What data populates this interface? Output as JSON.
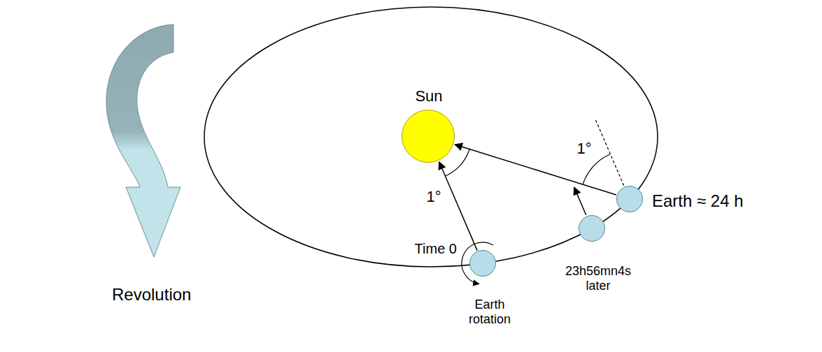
{
  "diagram": {
    "nodes": [
      {
        "text": [
          "Sun"
        ]
      },
      {
        "text": [
          "Time 0"
        ]
      },
      {
        "text": [
          "23h56mn4s later"
        ]
      },
      {
        "text": [
          "Earth ≈ 24 h"
        ]
      }
    ],
    "edges": [
      {
        "from": 1,
        "to": 0,
        "arrow": "to"
      },
      {
        "from": 3,
        "to": 0,
        "arrow": "to"
      }
    ],
    "labels": [
      "Revolution",
      "1°",
      "1°",
      "Earth rotation"
    ]
  }
}
